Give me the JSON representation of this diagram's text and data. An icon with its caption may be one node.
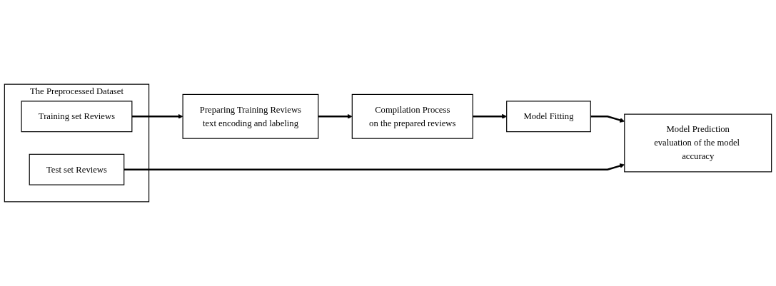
{
  "diagram": {
    "nodes": [
      {
        "text": [
          "The Preprocessed Dataset"
        ]
      },
      {
        "text": [
          "Training set Reviews"
        ],
        "in": 0
      },
      {
        "text": [
          "Test set Reviews"
        ],
        "in": 0
      },
      {
        "text": [
          "Preparing Training Reviews",
          "text encoding and labeling"
        ]
      },
      {
        "text": [
          "Compilation Process",
          "on the prepared reviews"
        ]
      },
      {
        "text": [
          "Model Fitting"
        ]
      },
      {
        "text": [
          "Model Prediction",
          "evaluation of the model accuracy"
        ]
      }
    ],
    "edges": [
      {
        "from": 1,
        "to": 3,
        "arrow": "to"
      },
      {
        "from": 3,
        "to": 4,
        "arrow": "to"
      },
      {
        "from": 4,
        "to": 5,
        "arrow": "to"
      },
      {
        "from": 5,
        "to": 6,
        "arrow": "to"
      },
      {
        "from": 2,
        "to": 6,
        "arrow": "to"
      }
    ]
  }
}
